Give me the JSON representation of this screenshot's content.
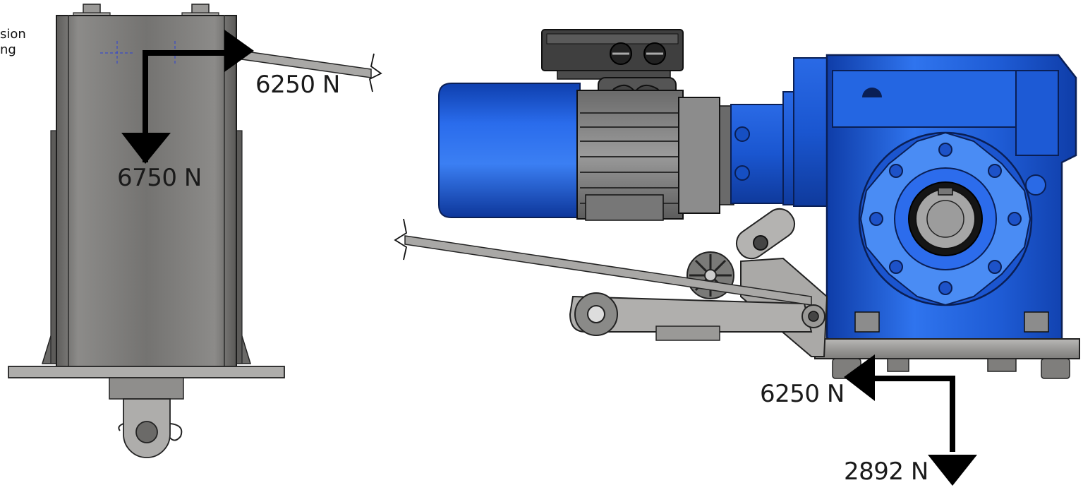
{
  "corner_text": {
    "line1": "sion",
    "line2": "ng"
  },
  "forces": {
    "top_tension": "6250 N",
    "vertical_load": "6750 N",
    "base_horizontal": "6250 N",
    "base_vertical": "2892 N"
  },
  "colors": {
    "motor_blue": "#1f5fd6",
    "motor_dark": "#0d2f80",
    "steel_gray": "#8a8a8a",
    "frame_gray": "#6f6e6c",
    "arrow_black": "#000000"
  }
}
